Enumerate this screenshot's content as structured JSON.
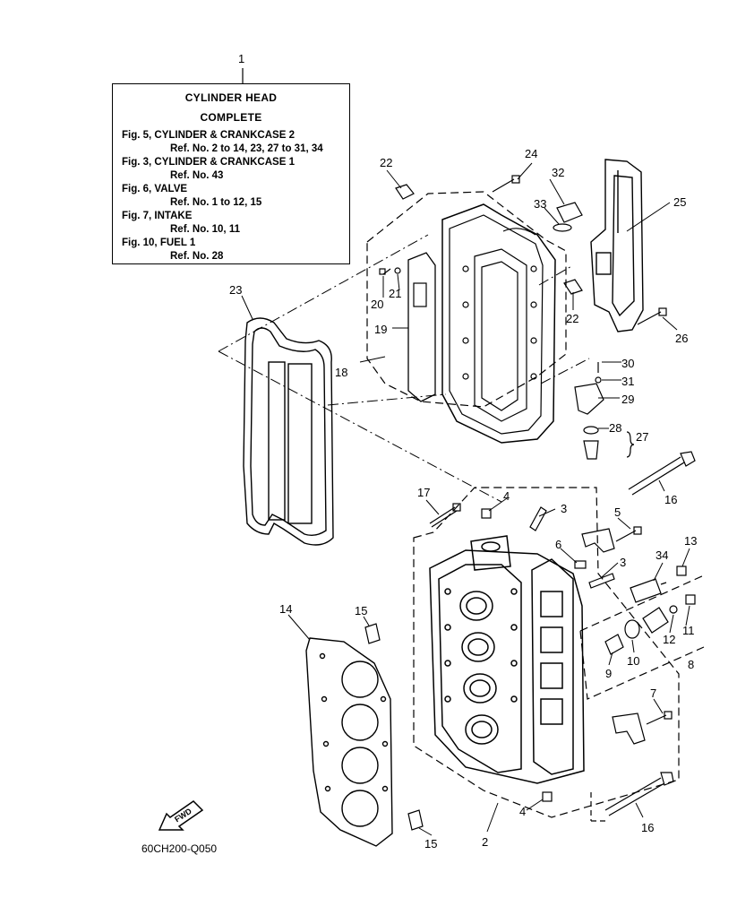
{
  "legend": {
    "ref_number": "1",
    "title_line1": "CYLINDER HEAD",
    "title_line2": "COMPLETE",
    "entries": [
      {
        "fig": "Fig. 5, CYLINDER & CRANKCASE 2",
        "refs": "Ref. No. 2 to 14, 23, 27 to 31, 34"
      },
      {
        "fig": "Fig. 3, CYLINDER & CRANKCASE 1",
        "refs": "Ref. No. 43"
      },
      {
        "fig": "Fig. 6, VALVE",
        "refs": "Ref. No. 1 to 12, 15"
      },
      {
        "fig": "Fig. 7, INTAKE",
        "refs": "Ref. No. 10, 11"
      },
      {
        "fig": "Fig. 10, FUEL 1",
        "refs": "Ref. No. 28"
      }
    ]
  },
  "callouts": {
    "c2": "2",
    "c3a": "3",
    "c3b": "3",
    "c4a": "4",
    "c4b": "4",
    "c5": "5",
    "c6": "6",
    "c7": "7",
    "c8": "8",
    "c9": "9",
    "c10": "10",
    "c11": "11",
    "c12": "12",
    "c13": "13",
    "c14": "14",
    "c15a": "15",
    "c15b": "15",
    "c16a": "16",
    "c16b": "16",
    "c17": "17",
    "c18": "18",
    "c19": "19",
    "c20": "20",
    "c21": "21",
    "c22a": "22",
    "c22b": "22",
    "c23": "23",
    "c24": "24",
    "c25": "25",
    "c26": "26",
    "c27": "27",
    "c28": "28",
    "c29": "29",
    "c30": "30",
    "c31": "31",
    "c32": "32",
    "c33": "33",
    "c34": "34"
  },
  "fwd_label": "FWD",
  "diagram_code": "60CH200-Q050"
}
